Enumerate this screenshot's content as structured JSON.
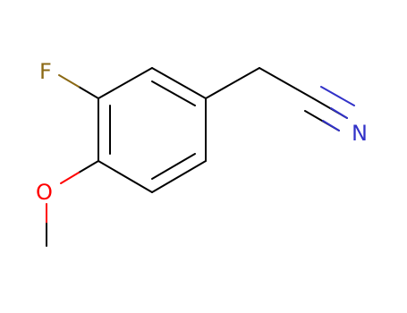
{
  "molecule": {
    "atoms": {
      "fluorine": {
        "label": "F",
        "color": "#8b6914"
      },
      "oxygen": {
        "label": "O",
        "color": "#ff0000"
      },
      "nitrogen": {
        "label": "N",
        "color": "#3232c8"
      }
    },
    "bond_color": "#000000"
  }
}
